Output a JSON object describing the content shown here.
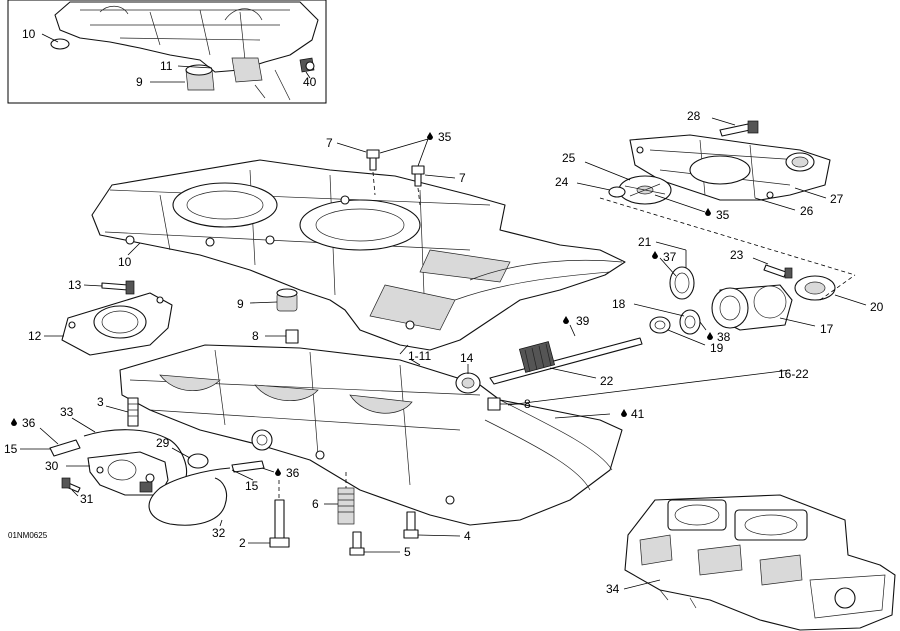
{
  "diagram_code": "01NM0625",
  "callouts": {
    "c10_top": "10",
    "c11_top": "11",
    "c9_top": "9",
    "c40": "40",
    "c7_a": "7",
    "c35_a": "35",
    "c7_b": "7",
    "c28": "28",
    "c25": "25",
    "c24": "24",
    "c35_b": "35",
    "c27": "27",
    "c26": "26",
    "c21": "21",
    "c37": "37",
    "c23": "23",
    "c20": "20",
    "c10": "10",
    "c13": "13",
    "c9": "9",
    "c12": "12",
    "c8_a": "8",
    "c18": "18",
    "c39": "39",
    "c38": "38",
    "c17": "17",
    "c19": "19",
    "c1_11": "1-11",
    "c14": "14",
    "c22": "22",
    "c16_22": "16-22",
    "c3": "3",
    "c8_b": "8",
    "c33": "33",
    "c36_a": "36",
    "c41": "41",
    "c15_a": "15",
    "c29": "29",
    "c30": "30",
    "c36_b": "36",
    "c31": "31",
    "c15_b": "15",
    "c6": "6",
    "c32": "32",
    "c2": "2",
    "c4": "4",
    "c5": "5",
    "c34": "34"
  },
  "icons": {
    "sealant": "drop-icon",
    "engine": "engine-assembly-icon"
  }
}
